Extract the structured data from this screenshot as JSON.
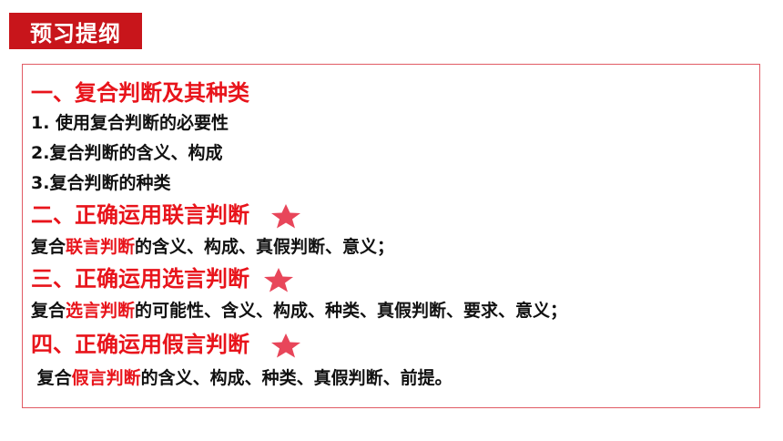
{
  "header": {
    "title": "预习提纲"
  },
  "outline": {
    "section1": {
      "heading": "一、复合判断及其种类",
      "items": [
        "1. 使用复合判断的必要性",
        "2.复合判断的含义、构成",
        "3.复合判断的种类"
      ]
    },
    "section2": {
      "heading": "二、正确运用联言判断",
      "star_icon": "star-icon",
      "body": {
        "prefix": "复合",
        "highlight": "联言判断",
        "suffix": "的含义、构成、真假判断、意义；"
      }
    },
    "section3": {
      "heading": "三、正确运用选言判断",
      "star_icon": "star-icon",
      "body": {
        "prefix": "复合",
        "highlight": "选言判断",
        "suffix": "的可能性、含义、构成、种类、真假判断、要求、意义；"
      }
    },
    "section4": {
      "heading": "四、正确运用假言判断",
      "star_icon": "star-icon",
      "body": {
        "prefix": " 复合",
        "highlight": "假言判断",
        "suffix": "的含义、构成、种类、真假判断、前提。"
      }
    }
  },
  "colors": {
    "badge_bg": "#c8151b",
    "heading_red": "#e8141b",
    "star": "#e8465a",
    "box_border": "#e15b64"
  }
}
